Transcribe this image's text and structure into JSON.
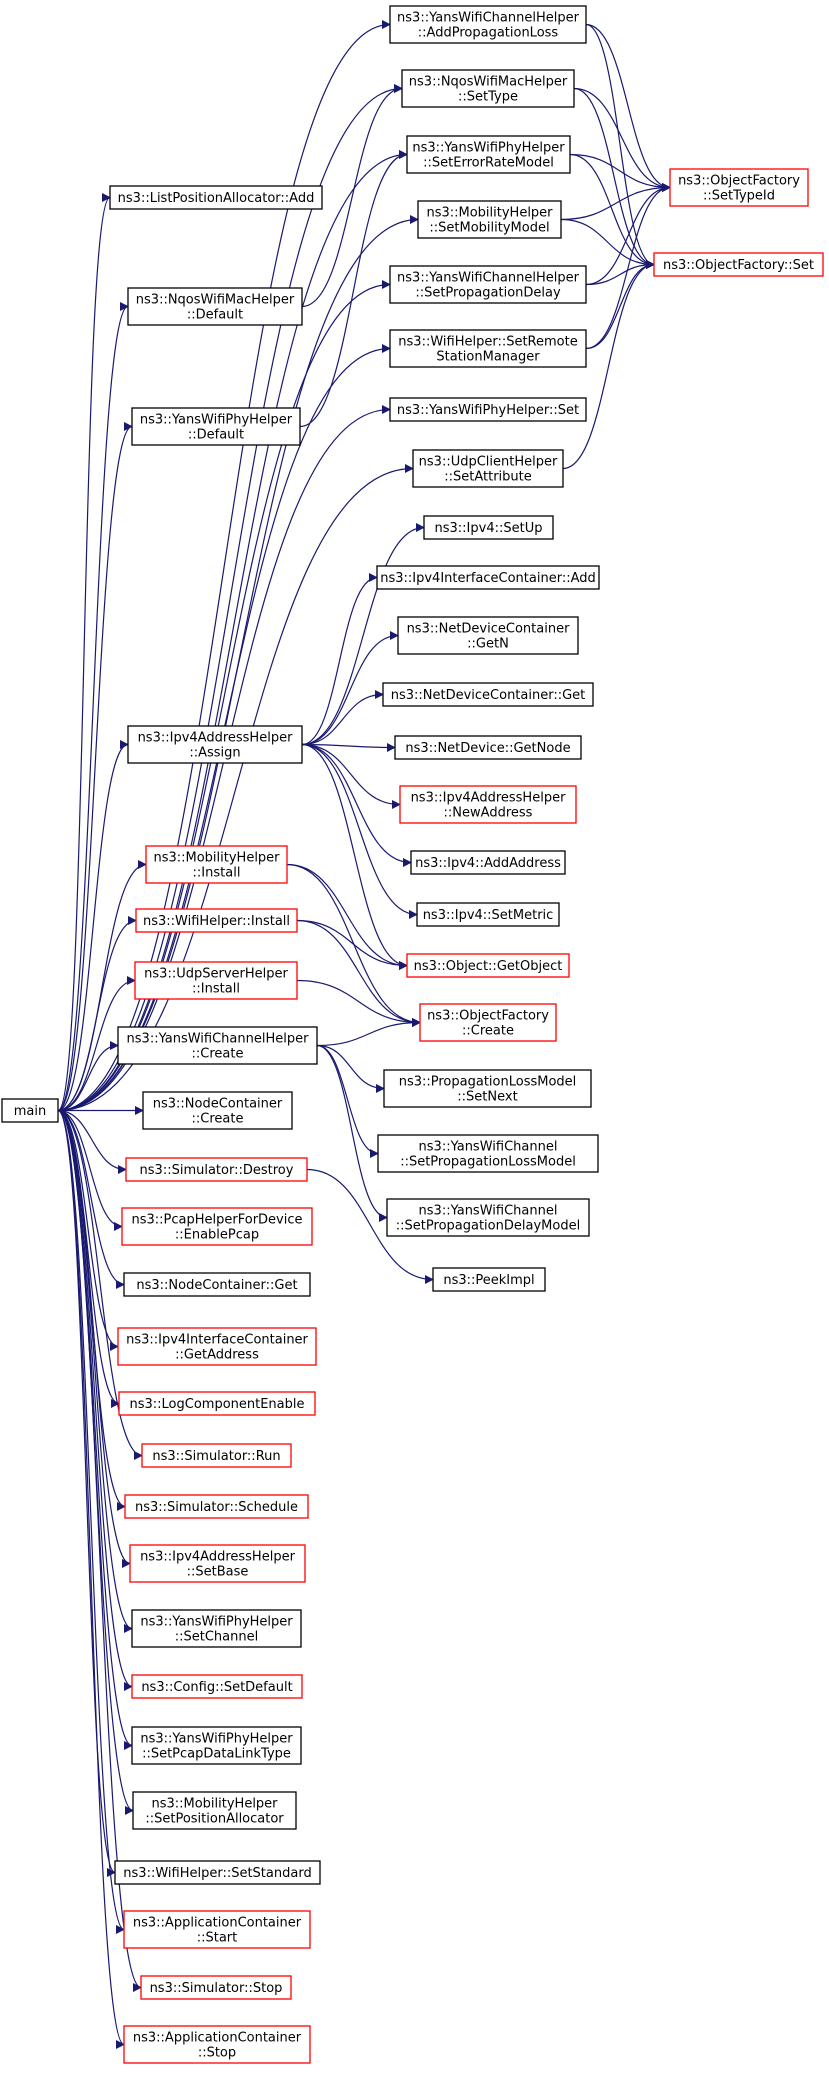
{
  "colors": {
    "edge": "#191970",
    "border_normal": "#000000",
    "border_undocumented": "#ff0000",
    "root_fill": "#bfbfbf",
    "background": "#ffffff"
  },
  "nodes": [
    {
      "id": "main",
      "lines": [
        "main"
      ],
      "border": "root"
    },
    {
      "id": "list_pos_alloc_add",
      "lines": [
        "ns3::ListPositionAllocator::Add"
      ],
      "border": "black"
    },
    {
      "id": "nqos_mac_default",
      "lines": [
        "ns3::NqosWifiMacHelper",
        "::Default"
      ],
      "border": "black"
    },
    {
      "id": "yans_phy_default",
      "lines": [
        "ns3::YansWifiPhyHelper",
        "::Default"
      ],
      "border": "black"
    },
    {
      "id": "ipv4addr_assign",
      "lines": [
        "ns3::Ipv4AddressHelper",
        "::Assign"
      ],
      "border": "black"
    },
    {
      "id": "mobility_install",
      "lines": [
        "ns3::MobilityHelper",
        "::Install"
      ],
      "border": "red"
    },
    {
      "id": "wifihelper_install",
      "lines": [
        "ns3::WifiHelper::Install"
      ],
      "border": "red"
    },
    {
      "id": "udpserver_install",
      "lines": [
        "ns3::UdpServerHelper",
        "::Install"
      ],
      "border": "red"
    },
    {
      "id": "yans_channel_create",
      "lines": [
        "ns3::YansWifiChannelHelper",
        "::Create"
      ],
      "border": "black"
    },
    {
      "id": "nodecontainer_create",
      "lines": [
        "ns3::NodeContainer",
        "::Create"
      ],
      "border": "black"
    },
    {
      "id": "simulator_destroy",
      "lines": [
        "ns3::Simulator::Destroy"
      ],
      "border": "red"
    },
    {
      "id": "pcap_enable",
      "lines": [
        "ns3::PcapHelperForDevice",
        "::EnablePcap"
      ],
      "border": "red"
    },
    {
      "id": "nodecontainer_get",
      "lines": [
        "ns3::NodeContainer::Get"
      ],
      "border": "black"
    },
    {
      "id": "ipv4ic_getaddress",
      "lines": [
        "ns3::Ipv4InterfaceContainer",
        "::GetAddress"
      ],
      "border": "red"
    },
    {
      "id": "log_enable",
      "lines": [
        "ns3::LogComponentEnable"
      ],
      "border": "red"
    },
    {
      "id": "simulator_run",
      "lines": [
        "ns3::Simulator::Run"
      ],
      "border": "red"
    },
    {
      "id": "simulator_schedule",
      "lines": [
        "ns3::Simulator::Schedule"
      ],
      "border": "red"
    },
    {
      "id": "ipv4addr_setbase",
      "lines": [
        "ns3::Ipv4AddressHelper",
        "::SetBase"
      ],
      "border": "red"
    },
    {
      "id": "yans_phy_setchannel",
      "lines": [
        "ns3::YansWifiPhyHelper",
        "::SetChannel"
      ],
      "border": "black"
    },
    {
      "id": "config_setdefault",
      "lines": [
        "ns3::Config::SetDefault"
      ],
      "border": "red"
    },
    {
      "id": "yans_phy_setpcap",
      "lines": [
        "ns3::YansWifiPhyHelper",
        "::SetPcapDataLinkType"
      ],
      "border": "black"
    },
    {
      "id": "mobility_setposalloc",
      "lines": [
        "ns3::MobilityHelper",
        "::SetPositionAllocator"
      ],
      "border": "black"
    },
    {
      "id": "wifihelper_setstandard",
      "lines": [
        "ns3::WifiHelper::SetStandard"
      ],
      "border": "black"
    },
    {
      "id": "appcontainer_start",
      "lines": [
        "ns3::ApplicationContainer",
        "::Start"
      ],
      "border": "red"
    },
    {
      "id": "simulator_stop",
      "lines": [
        "ns3::Simulator::Stop"
      ],
      "border": "red"
    },
    {
      "id": "appcontainer_stop",
      "lines": [
        "ns3::ApplicationContainer",
        "::Stop"
      ],
      "border": "red"
    },
    {
      "id": "yans_channel_addloss",
      "lines": [
        "ns3::YansWifiChannelHelper",
        "::AddPropagationLoss"
      ],
      "border": "black"
    },
    {
      "id": "nqos_mac_settype",
      "lines": [
        "ns3::NqosWifiMacHelper",
        "::SetType"
      ],
      "border": "black"
    },
    {
      "id": "yans_phy_seterror",
      "lines": [
        "ns3::YansWifiPhyHelper",
        "::SetErrorRateModel"
      ],
      "border": "black"
    },
    {
      "id": "mobility_setmodel",
      "lines": [
        "ns3::MobilityHelper",
        "::SetMobilityModel"
      ],
      "border": "black"
    },
    {
      "id": "yans_channel_setdelay",
      "lines": [
        "ns3::YansWifiChannelHelper",
        "::SetPropagationDelay"
      ],
      "border": "black"
    },
    {
      "id": "wifihelper_setremote",
      "lines": [
        "ns3::WifiHelper::SetRemote",
        "StationManager"
      ],
      "border": "black"
    },
    {
      "id": "yans_phy_set",
      "lines": [
        "ns3::YansWifiPhyHelper::Set"
      ],
      "border": "black"
    },
    {
      "id": "udpclient_setattr",
      "lines": [
        "ns3::UdpClientHelper",
        "::SetAttribute"
      ],
      "border": "black"
    },
    {
      "id": "ipv4_setup",
      "lines": [
        "ns3::Ipv4::SetUp"
      ],
      "border": "black"
    },
    {
      "id": "ipv4ic_add",
      "lines": [
        "ns3::Ipv4InterfaceContainer::Add"
      ],
      "border": "black"
    },
    {
      "id": "netdevcont_getn",
      "lines": [
        "ns3::NetDeviceContainer",
        "::GetN"
      ],
      "border": "black"
    },
    {
      "id": "netdevcont_get",
      "lines": [
        "ns3::NetDeviceContainer::Get"
      ],
      "border": "black"
    },
    {
      "id": "netdev_getnode",
      "lines": [
        "ns3::NetDevice::GetNode"
      ],
      "border": "black"
    },
    {
      "id": "ipv4addr_newaddress",
      "lines": [
        "ns3::Ipv4AddressHelper",
        "::NewAddress"
      ],
      "border": "red"
    },
    {
      "id": "ipv4_addaddress",
      "lines": [
        "ns3::Ipv4::AddAddress"
      ],
      "border": "black"
    },
    {
      "id": "ipv4_setmetric",
      "lines": [
        "ns3::Ipv4::SetMetric"
      ],
      "border": "black"
    },
    {
      "id": "object_getobject",
      "lines": [
        "ns3::Object::GetObject"
      ],
      "border": "red"
    },
    {
      "id": "objfactory_create",
      "lines": [
        "ns3::ObjectFactory",
        "::Create"
      ],
      "border": "red"
    },
    {
      "id": "proploss_setnext",
      "lines": [
        "ns3::PropagationLossModel",
        "::SetNext"
      ],
      "border": "black"
    },
    {
      "id": "yans_channel_setloss",
      "lines": [
        "ns3::YansWifiChannel",
        "::SetPropagationLossModel"
      ],
      "border": "black"
    },
    {
      "id": "yans_channel_setdelaymodel",
      "lines": [
        "ns3::YansWifiChannel",
        "::SetPropagationDelayModel"
      ],
      "border": "black"
    },
    {
      "id": "peekimpl",
      "lines": [
        "ns3::PeekImpl"
      ],
      "border": "black"
    },
    {
      "id": "objfactory_settypeid",
      "lines": [
        "ns3::ObjectFactory",
        "::SetTypeId"
      ],
      "border": "red"
    },
    {
      "id": "objfactory_set",
      "lines": [
        "ns3::ObjectFactory::Set"
      ],
      "border": "red"
    }
  ],
  "edges": [
    [
      "main",
      "list_pos_alloc_add"
    ],
    [
      "main",
      "nqos_mac_default"
    ],
    [
      "main",
      "yans_phy_default"
    ],
    [
      "main",
      "ipv4addr_assign"
    ],
    [
      "main",
      "mobility_install"
    ],
    [
      "main",
      "wifihelper_install"
    ],
    [
      "main",
      "udpserver_install"
    ],
    [
      "main",
      "yans_channel_create"
    ],
    [
      "main",
      "nodecontainer_create"
    ],
    [
      "main",
      "simulator_destroy"
    ],
    [
      "main",
      "pcap_enable"
    ],
    [
      "main",
      "nodecontainer_get"
    ],
    [
      "main",
      "ipv4ic_getaddress"
    ],
    [
      "main",
      "log_enable"
    ],
    [
      "main",
      "simulator_run"
    ],
    [
      "main",
      "simulator_schedule"
    ],
    [
      "main",
      "ipv4addr_setbase"
    ],
    [
      "main",
      "yans_phy_setchannel"
    ],
    [
      "main",
      "config_setdefault"
    ],
    [
      "main",
      "yans_phy_setpcap"
    ],
    [
      "main",
      "mobility_setposalloc"
    ],
    [
      "main",
      "wifihelper_setstandard"
    ],
    [
      "main",
      "appcontainer_start"
    ],
    [
      "main",
      "simulator_stop"
    ],
    [
      "main",
      "appcontainer_stop"
    ],
    [
      "main",
      "yans_channel_addloss"
    ],
    [
      "main",
      "nqos_mac_settype"
    ],
    [
      "main",
      "yans_phy_seterror"
    ],
    [
      "main",
      "mobility_setmodel"
    ],
    [
      "main",
      "yans_channel_setdelay"
    ],
    [
      "main",
      "wifihelper_setremote"
    ],
    [
      "main",
      "yans_phy_set"
    ],
    [
      "main",
      "udpclient_setattr"
    ],
    [
      "nqos_mac_default",
      "nqos_mac_settype"
    ],
    [
      "yans_phy_default",
      "yans_phy_seterror"
    ],
    [
      "ipv4addr_assign",
      "ipv4_setup"
    ],
    [
      "ipv4addr_assign",
      "ipv4ic_add"
    ],
    [
      "ipv4addr_assign",
      "netdevcont_getn"
    ],
    [
      "ipv4addr_assign",
      "netdevcont_get"
    ],
    [
      "ipv4addr_assign",
      "netdev_getnode"
    ],
    [
      "ipv4addr_assign",
      "ipv4addr_newaddress"
    ],
    [
      "ipv4addr_assign",
      "ipv4_addaddress"
    ],
    [
      "ipv4addr_assign",
      "ipv4_setmetric"
    ],
    [
      "ipv4addr_assign",
      "object_getobject"
    ],
    [
      "mobility_install",
      "object_getobject"
    ],
    [
      "mobility_install",
      "objfactory_create"
    ],
    [
      "wifihelper_install",
      "object_getobject"
    ],
    [
      "wifihelper_install",
      "objfactory_create"
    ],
    [
      "udpserver_install",
      "objfactory_create"
    ],
    [
      "yans_channel_create",
      "objfactory_create"
    ],
    [
      "yans_channel_create",
      "proploss_setnext"
    ],
    [
      "yans_channel_create",
      "yans_channel_setloss"
    ],
    [
      "yans_channel_create",
      "yans_channel_setdelaymodel"
    ],
    [
      "simulator_destroy",
      "peekimpl"
    ],
    [
      "yans_channel_addloss",
      "objfactory_settypeid"
    ],
    [
      "yans_channel_addloss",
      "objfactory_set"
    ],
    [
      "nqos_mac_settype",
      "objfactory_settypeid"
    ],
    [
      "nqos_mac_settype",
      "objfactory_set"
    ],
    [
      "yans_phy_seterror",
      "objfactory_settypeid"
    ],
    [
      "yans_phy_seterror",
      "objfactory_set"
    ],
    [
      "mobility_setmodel",
      "objfactory_settypeid"
    ],
    [
      "mobility_setmodel",
      "objfactory_set"
    ],
    [
      "yans_channel_setdelay",
      "objfactory_settypeid"
    ],
    [
      "yans_channel_setdelay",
      "objfactory_set"
    ],
    [
      "wifihelper_setremote",
      "objfactory_settypeid"
    ],
    [
      "wifihelper_setremote",
      "objfactory_set"
    ],
    [
      "udpclient_setattr",
      "objfactory_set"
    ]
  ]
}
